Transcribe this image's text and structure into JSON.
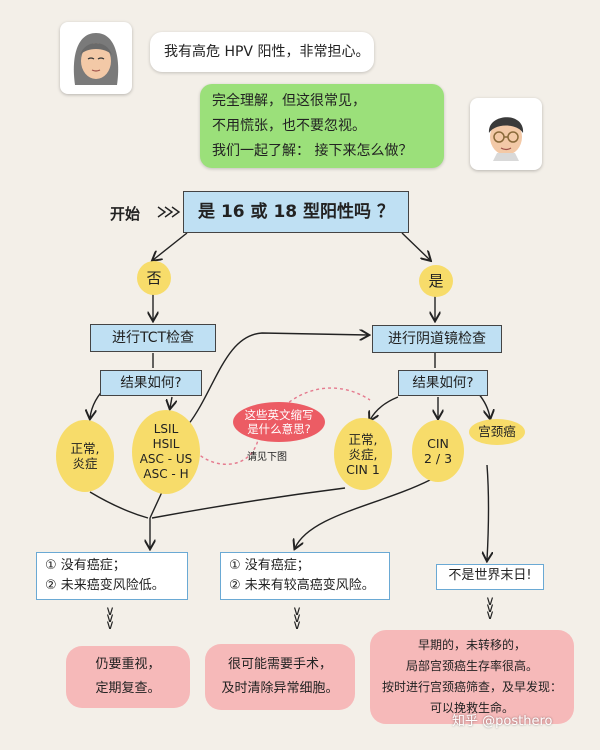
{
  "dialog": {
    "patient_message": "我有高危 HPV 阳性，非常担心。",
    "doctor_line1": "完全理解，但这很常见，",
    "doctor_line2": "不用慌张，也不要忽视。",
    "doctor_line3": "我们一起了解： 接下来怎么做？"
  },
  "start": {
    "label": "开始",
    "arrow": "》》》"
  },
  "question": "是 16 或 18 型阳性吗 ？",
  "left": {
    "answer": "否",
    "exam": "进行TCT检查",
    "result_q": "结果如何?",
    "normal_l1": "正常,",
    "normal_l2": "炎症",
    "abnormal": [
      "LSIL",
      "HSIL",
      "ASC - US",
      "ASC - H"
    ]
  },
  "right": {
    "answer": "是",
    "exam": "进行阴道镜检查",
    "result_q": "结果如何?",
    "normal": [
      "正常,",
      "炎症,",
      "CIN 1"
    ],
    "cin": [
      "CIN",
      "2 / 3"
    ],
    "cancer": "宫颈癌"
  },
  "note": {
    "l1": "这些英文缩写",
    "l2": "是什么意思?",
    "see_below": "请见下图"
  },
  "outcome1": {
    "l1": "① 没有癌症；",
    "l2": "② 未来癌变风险低。",
    "advice_l1": "仍要重视，",
    "advice_l2": "定期复查。"
  },
  "outcome2": {
    "l1": "① 没有癌症；",
    "l2": "② 未来有较高癌变风险。",
    "advice_l1": "很可能需要手术，",
    "advice_l2": "及时清除异常细胞。"
  },
  "outcome3": {
    "title": "不是世界末日!",
    "advice": [
      "早期的，未转移的，",
      "局部宫颈癌生存率很高。",
      "按时进行宫颈癌筛查，及早发现：",
      "可以挽救生命。"
    ]
  },
  "watermark": "知乎 @posthero",
  "colors": {
    "blue": "#bfe0f3",
    "yellow": "#f7dc6a",
    "pink": "#f6b9b9",
    "green": "#9be07a",
    "background": "#f3efe8"
  },
  "icons": [
    "patient-avatar-icon",
    "doctor-avatar-icon",
    "down-chevron-icon"
  ]
}
